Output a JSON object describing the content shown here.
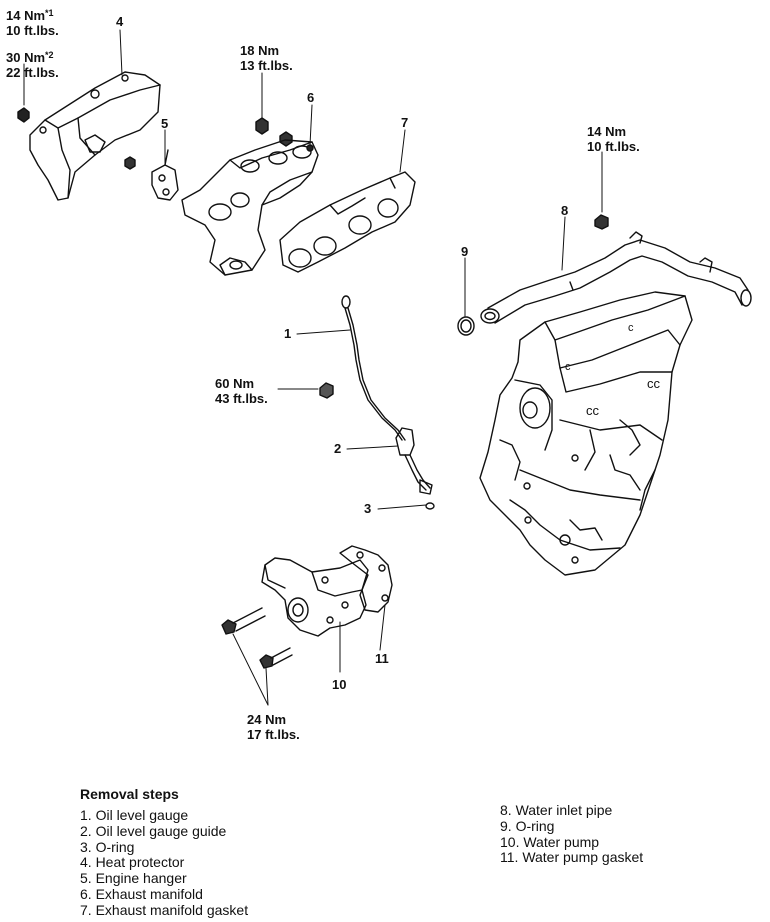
{
  "torque_specs": {
    "heat_protector_bolt": {
      "line1": "14 Nm",
      "sup1": "*1",
      "line2": "10 ft.lbs.",
      "line3": "30 Nm",
      "sup3": "*2",
      "line4": "22 ft.lbs."
    },
    "exhaust_manifold_nut": {
      "line1": "18 Nm",
      "line2": "13 ft.lbs."
    },
    "water_inlet_pipe_bolt": {
      "line1": "14 Nm",
      "line2": "10 ft.lbs."
    },
    "oil_gauge_guide_bolt": {
      "line1": "60 Nm",
      "line2": "43 ft.lbs."
    },
    "water_pump_bolt": {
      "line1": "24 Nm",
      "line2": "17 ft.lbs."
    }
  },
  "callouts": [
    "1",
    "2",
    "3",
    "4",
    "5",
    "6",
    "7",
    "8",
    "9",
    "10",
    "11"
  ],
  "removal_steps": {
    "title": "Removal steps",
    "items": [
      "1. Oil level gauge",
      "2. Oil level gauge guide",
      "3. O-ring",
      "4. Heat protector",
      "5. Engine hanger",
      "6. Exhaust manifold",
      "7. Exhaust manifold gasket",
      "8. Water inlet pipe",
      "9. O-ring",
      "10. Water pump",
      "11. Water pump gasket"
    ]
  }
}
